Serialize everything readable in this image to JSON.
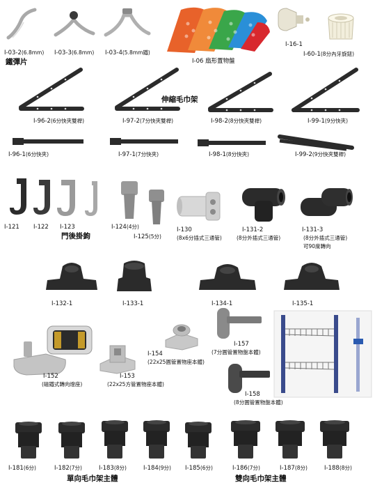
{
  "headings": {
    "spring_clips": "鐵彈片",
    "telescoping_towel_rack": "伸縮毛巾架",
    "door_hooks": "門後掛鉤",
    "single_towel_rack_body": "單向毛巾架主體",
    "double_towel_rack_body": "雙向毛巾架主體"
  },
  "colors": {
    "dark_part": "#2b2b2b",
    "grey_part": "#9a9a9a",
    "steel": "#b8b8b8",
    "tray_orange": "#e8622a",
    "tray_green": "#3aa64a",
    "tray_blue": "#2a8fd8",
    "tray_red": "#d8282e"
  },
  "row1": {
    "i032": {
      "code": "I-03-2",
      "size": "(6.8mm)"
    },
    "i033": {
      "code": "I-03-3",
      "size": "(6.8mm)"
    },
    "i034": {
      "code": "I-03-4",
      "size": "(5.8mm鐵)"
    },
    "i06": {
      "code": "I-06",
      "name": "扇形置物盤"
    },
    "i161": {
      "code": "I-16-1"
    },
    "i601": {
      "code": "I-60-1",
      "name": "(8分內牙旋鈕)"
    }
  },
  "racks": {
    "i962": {
      "code": "I-96-2",
      "name": "(6分快夾雙桿)"
    },
    "i972": {
      "code": "I-97-2",
      "name": "(7分快夾雙桿)"
    },
    "i982": {
      "code": "I-98-2",
      "name": "(8分快夾雙桿)"
    },
    "i991": {
      "code": "I-99-1",
      "name": "(9分快夾)"
    },
    "i961": {
      "code": "I-96-1",
      "name": "(6分快夾)"
    },
    "i971": {
      "code": "I-97-1",
      "name": "(7分快夾)"
    },
    "i981": {
      "code": "I-98-1",
      "name": "(8分快夾)"
    },
    "i992": {
      "code": "I-99-2",
      "name": "(9分快夾雙桿)"
    }
  },
  "hooks": {
    "i121": {
      "code": "I-121"
    },
    "i122": {
      "code": "I-122"
    },
    "i123": {
      "code": "I-123"
    },
    "i124": {
      "code": "I-124",
      "name": "(4分)"
    },
    "i125": {
      "code": "I-125",
      "name": "(5分)"
    },
    "i130": {
      "code": "I-130",
      "name": "(8x6分插式三通管)"
    },
    "i1312": {
      "code": "I-131-2",
      "name": "(8分外插式三通管)"
    },
    "i1313": {
      "code": "I-131-3",
      "name": "(8分外插式三通管)",
      "note": "可90度轉向"
    }
  },
  "clamps": {
    "i1321": {
      "code": "I-132-1"
    },
    "i1331": {
      "code": "I-133-1"
    },
    "i1341": {
      "code": "I-134-1"
    },
    "i1351": {
      "code": "I-135-1"
    }
  },
  "holders": {
    "i152": {
      "code": "I-152",
      "name": "(磁鐵式轉向燈座)"
    },
    "i153": {
      "code": "I-153",
      "name": "(22x25方管置物座本體)"
    },
    "i154": {
      "code": "I-154",
      "name": "(22x25圓管置物座本體)"
    },
    "i157": {
      "code": "I-157",
      "name": "(7分圓管置物盤本體)"
    },
    "i158": {
      "code": "I-158",
      "name": "(8分圓管置物盤本體)"
    }
  },
  "bodies": [
    {
      "code": "I-181",
      "size": "(6分)"
    },
    {
      "code": "I-182",
      "size": "(7分)"
    },
    {
      "code": "I-183",
      "size": "(8分)"
    },
    {
      "code": "I-184",
      "size": "(9分)"
    },
    {
      "code": "I-185",
      "size": "(6分)"
    },
    {
      "code": "I-186",
      "size": "(7分)"
    },
    {
      "code": "I-187",
      "size": "(8分)"
    },
    {
      "code": "I-188",
      "size": "(8分)"
    }
  ]
}
